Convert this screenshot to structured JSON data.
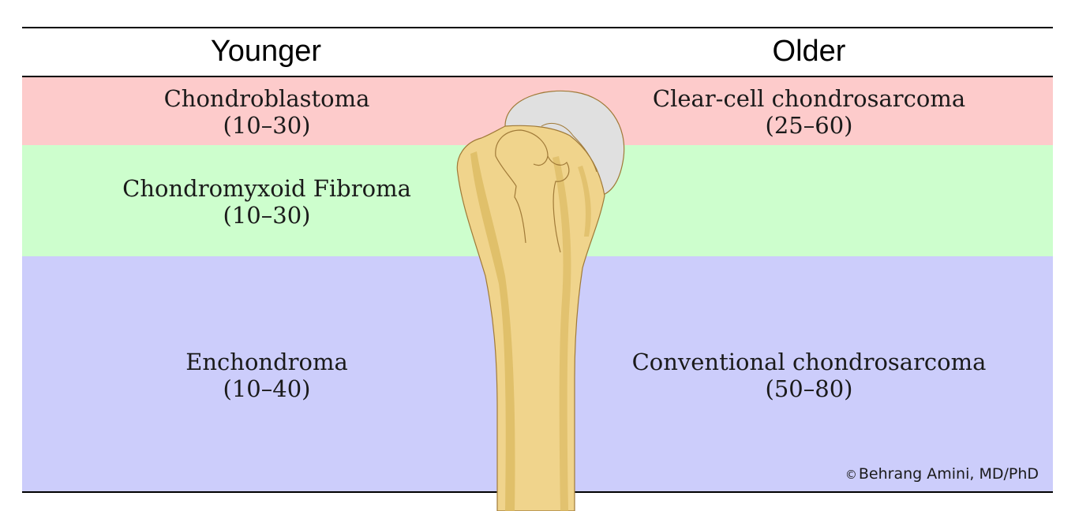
{
  "headers": {
    "left": "Younger",
    "right": "Older"
  },
  "colors": {
    "row1": "#fdcbcb",
    "row2": "#cdfecd",
    "row3": "#cccdfb",
    "bone_fill": "#f0d48c",
    "bone_shade": "#dcba62",
    "bone_stroke": "#a07a38",
    "cartilage": "#e0e0e0"
  },
  "rows": [
    {
      "left": {
        "name": "Chondroblastoma",
        "range": "(10–30)"
      },
      "right": {
        "name": "Clear-cell chondrosarcoma",
        "range": "(25–60)"
      }
    },
    {
      "left": {
        "name": "Chondromyxoid Fibroma",
        "range": "(10–30)"
      },
      "right": {
        "name": "",
        "range": ""
      }
    },
    {
      "left": {
        "name": "Enchondroma",
        "range": "(10–40)"
      },
      "right": {
        "name": "Conventional chondrosarcoma",
        "range": "(50–80)"
      }
    }
  ],
  "credit": {
    "symbol": "©",
    "text": "Behrang Amini, MD/PhD"
  }
}
